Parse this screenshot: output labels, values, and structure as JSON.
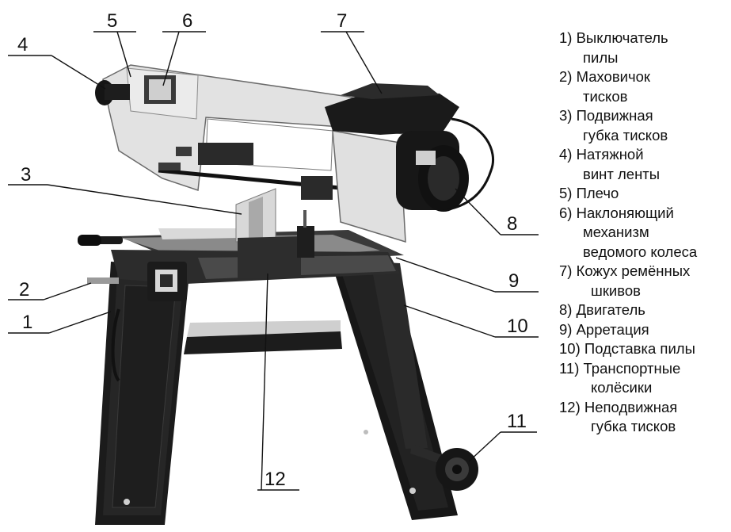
{
  "callout_labels": [
    "1",
    "2",
    "3",
    "4",
    "5",
    "6",
    "7",
    "8",
    "9",
    "10",
    "11",
    "12"
  ],
  "legend": [
    {
      "num": "1)",
      "line1": "Выключатель",
      "line2": "пилы"
    },
    {
      "num": "2)",
      "line1": "Маховичок",
      "line2": "тисков"
    },
    {
      "num": "3)",
      "line1": "Подвижная",
      "line2": "губка тисков"
    },
    {
      "num": "4)",
      "line1": "Натяжной",
      "line2": "винт ленты"
    },
    {
      "num": "5)",
      "line1": "Плечо",
      "line2": ""
    },
    {
      "num": "6)",
      "line1": "Наклоняющий",
      "line2": "механизм"
    },
    {
      "num": "",
      "line1": "",
      "line2": "ведомого колеса"
    },
    {
      "num": "7)",
      "line1": "Кожух ремённых",
      "line2": "шкивов"
    },
    {
      "num": "8)",
      "line1": "Двигатель",
      "line2": ""
    },
    {
      "num": "9)",
      "line1": "Арретация",
      "line2": ""
    },
    {
      "num": "10)",
      "line1": "Подставка пилы",
      "line2": ""
    },
    {
      "num": "11)",
      "line1": "Транспортные",
      "line2": "колёсики"
    },
    {
      "num": "12)",
      "line1": "Неподвижная",
      "line2": "губка тисков"
    }
  ],
  "colors": {
    "metal_dark": "#2b2b2b",
    "metal_black": "#141414",
    "frame_light": "#e4e4e4",
    "line": "#111111"
  }
}
